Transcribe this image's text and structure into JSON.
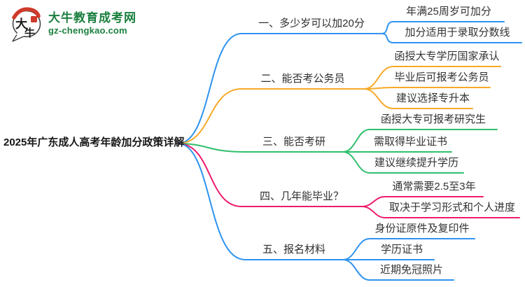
{
  "logo": {
    "site_name": "大牛教育成考网",
    "site_url": "gz-chengkao.com",
    "icon_chars": [
      "大",
      "牛"
    ],
    "brand_green": "#1a7f3e",
    "seal_red": "#cf3a2b"
  },
  "mindmap": {
    "root": "2025年广东成人高考年龄加分政策详解",
    "branches": [
      {
        "label": "一、多少岁可以加20分",
        "color": "#2f93ef",
        "children": [
          "年满25周岁可加分",
          "加分适用于录取分数线"
        ]
      },
      {
        "label": "二、能否考公务员",
        "color": "#f7a928",
        "children": [
          "函授大专学历国家承认",
          "毕业后可报考公务员",
          "建议选择专升本"
        ]
      },
      {
        "label": "三、能否考研",
        "color": "#2ebf6c",
        "children": [
          "函授大专可报考研究生",
          "需取得毕业证书",
          "建议继续提升学历"
        ]
      },
      {
        "label": "四、几年能毕业？",
        "color": "#ec1c6d",
        "children": [
          "通常需要2.5至3年",
          "取决于学习形式和个人进度"
        ]
      },
      {
        "label": "五、报名材料",
        "color": "#2f93ef",
        "children": [
          "身份证原件及复印件",
          "学历证书",
          "近期免冠照片"
        ]
      }
    ]
  }
}
